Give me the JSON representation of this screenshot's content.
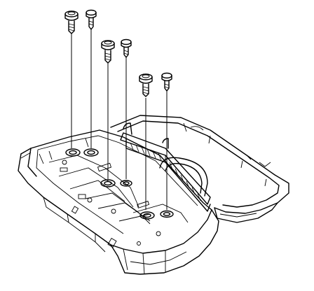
{
  "figure": {
    "subject": "exploded-view-screw-removal",
    "line_color": "#000000",
    "background_color": "#ffffff"
  },
  "screws": [
    {
      "id": "screw-1",
      "head": "round-washer",
      "target_hole": "hole-1"
    },
    {
      "id": "screw-2",
      "head": "round",
      "target_hole": "hole-2"
    },
    {
      "id": "screw-3",
      "head": "round-washer",
      "target_hole": "hole-3"
    },
    {
      "id": "screw-4",
      "head": "round",
      "target_hole": "hole-4"
    },
    {
      "id": "screw-5",
      "head": "round-washer",
      "target_hole": "hole-5"
    },
    {
      "id": "screw-6",
      "head": "round",
      "target_hole": "hole-6"
    }
  ],
  "holes": [
    {
      "id": "hole-1"
    },
    {
      "id": "hole-2"
    },
    {
      "id": "hole-3"
    },
    {
      "id": "hole-4"
    },
    {
      "id": "hole-5"
    },
    {
      "id": "hole-6"
    }
  ]
}
